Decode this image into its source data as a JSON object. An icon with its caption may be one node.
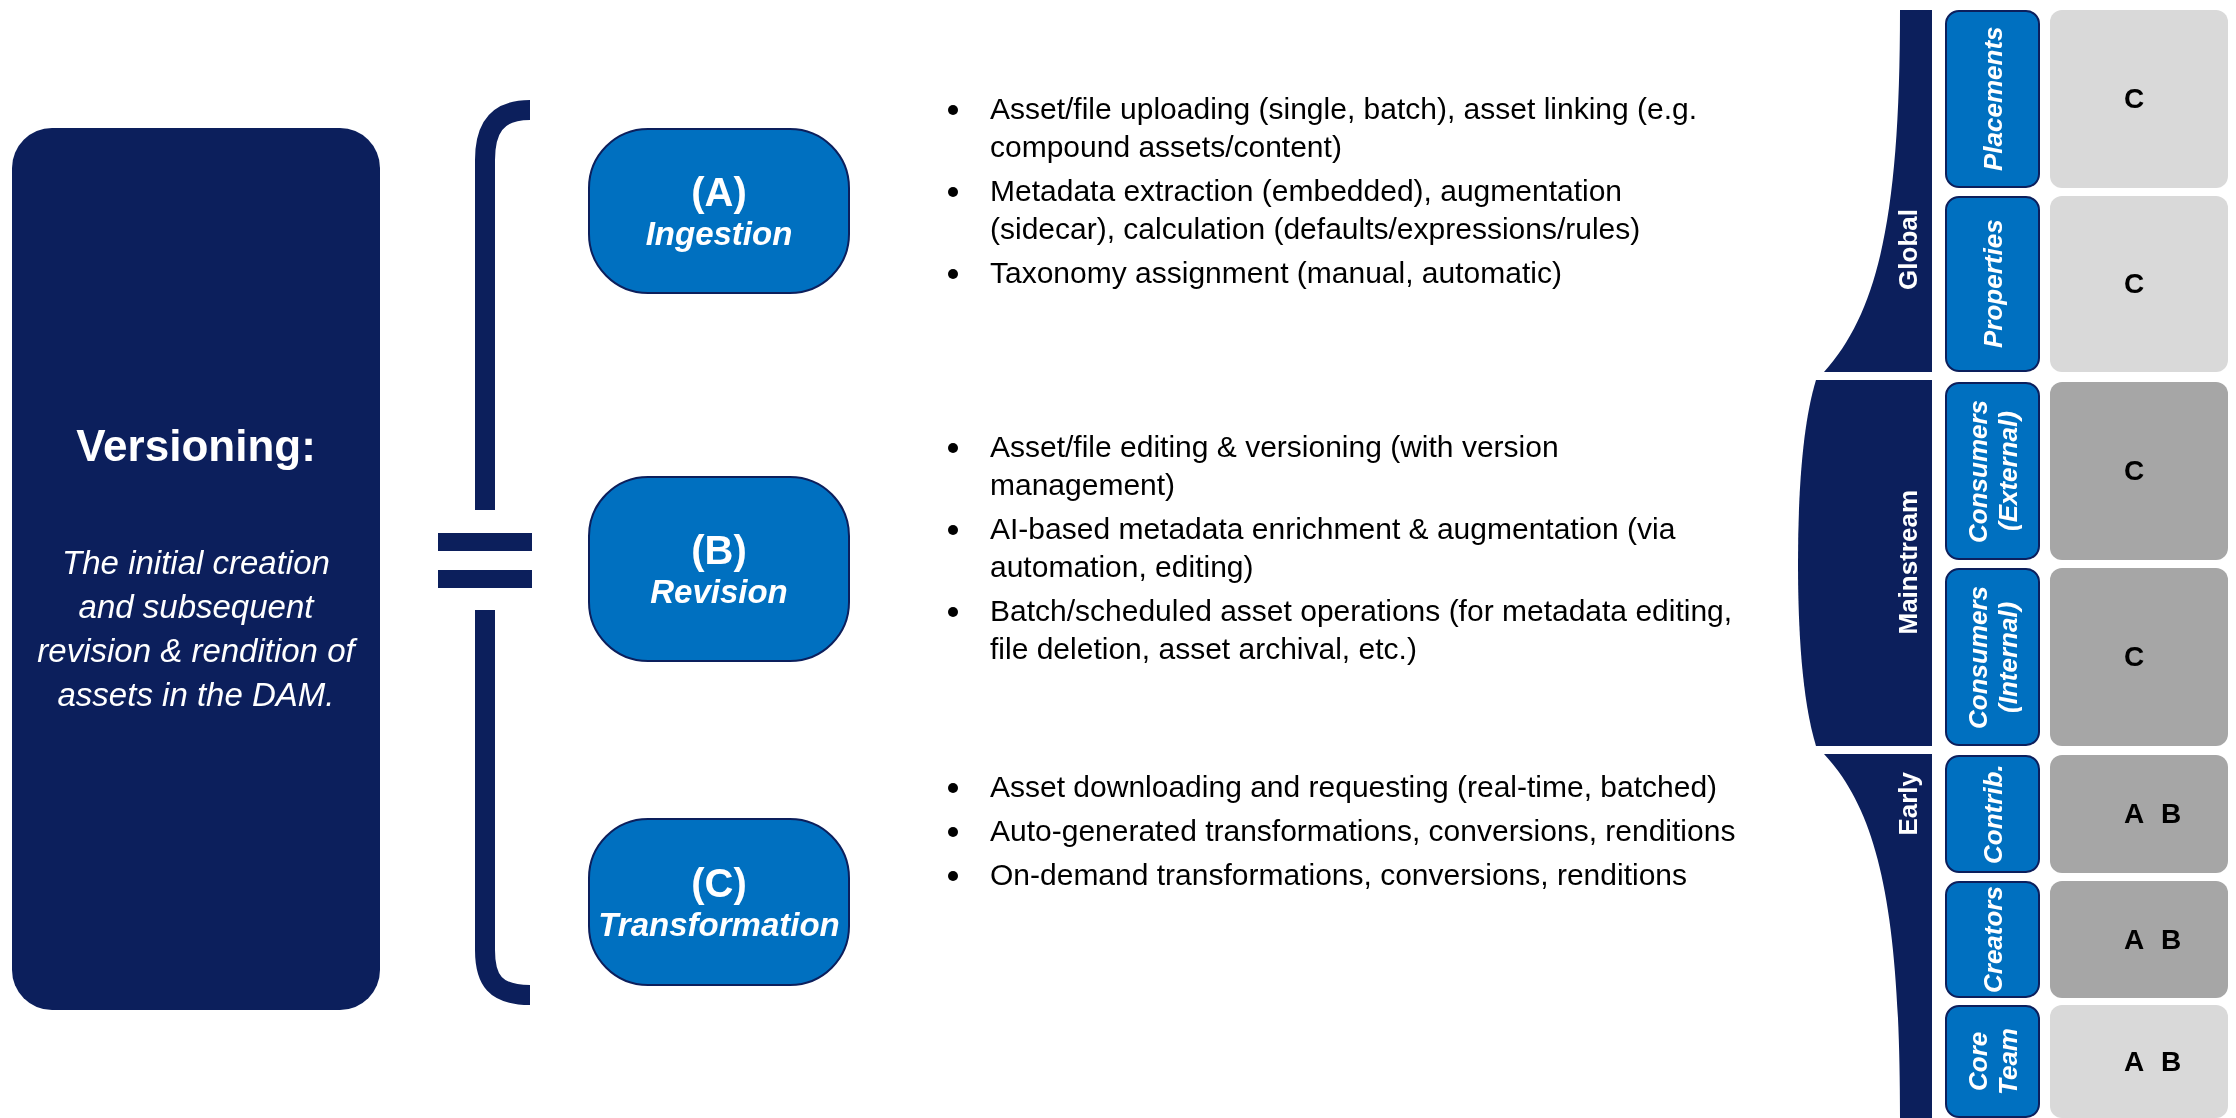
{
  "diagram": {
    "nodes": [
      {
        "text": [
          "Versioning:",
          "The initial creation and subsequent revision & rendition of assets in the DAM."
        ]
      },
      {
        "text": [
          "(A)",
          "Ingestion"
        ],
        "beside": [
          "Asset/file uploading (single, batch), asset linking (e.g. compound assets/content)",
          "Metadata extraction (embedded), augmentation (sidecar), calculation (defaults/expressions/rules)",
          "Taxonomy assignment (manual, automatic)"
        ]
      },
      {
        "text": [
          "(B)",
          "Revision"
        ],
        "beside": [
          "Asset/file editing & versioning (with version management)",
          "AI-based metadata enrichment & augmentation (via automation, editing)",
          "Batch/scheduled asset operations (for metadata editing, file deletion, asset archival, etc.)"
        ]
      },
      {
        "text": [
          "(C)",
          "Transformation"
        ],
        "beside": [
          "Asset downloading and requesting (real-time, batched)",
          "Auto-generated transformations, conversions, renditions",
          "On-demand transformations, conversions, renditions"
        ]
      },
      {
        "text": [
          "Global"
        ]
      },
      {
        "text": [
          "Mainstream"
        ]
      },
      {
        "text": [
          "Early"
        ]
      },
      {
        "text": [
          "Placements"
        ]
      },
      {
        "text": [
          "Properties"
        ]
      },
      {
        "text": [
          "Consumers (External)"
        ]
      },
      {
        "text": [
          "Consumers (Internal)"
        ]
      },
      {
        "text": [
          "Contrib."
        ]
      },
      {
        "text": [
          "Creators"
        ]
      },
      {
        "text": [
          "Core Team"
        ]
      },
      {
        "text": [
          "C"
        ]
      },
      {
        "text": [
          "C"
        ]
      },
      {
        "text": [
          "C"
        ]
      },
      {
        "text": [
          "C"
        ]
      },
      {
        "text": [
          "A B"
        ]
      },
      {
        "text": [
          "A B"
        ]
      },
      {
        "text": [
          "A B"
        ]
      }
    ]
  }
}
